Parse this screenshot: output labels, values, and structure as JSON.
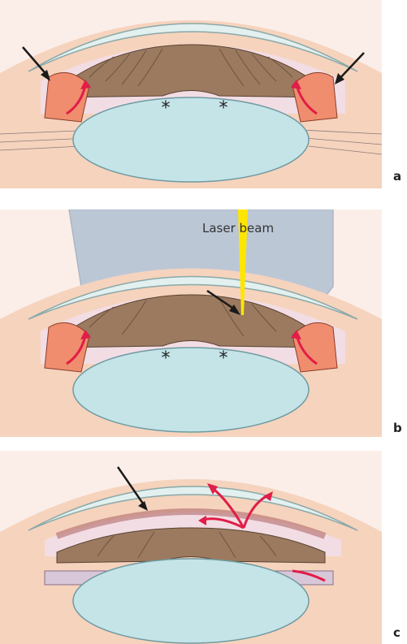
{
  "panels": [
    {
      "label": "a",
      "markers": [
        "*",
        "*"
      ]
    },
    {
      "label": "b",
      "markers": [
        "*",
        "*"
      ],
      "beam_label": "Laser beam"
    },
    {
      "label": "c"
    }
  ],
  "colors": {
    "skin": "#f6d3bd",
    "sclera": "#f3e6de",
    "cornea": "#e2f0ef",
    "chamber": "#f2dde4",
    "iris": "#9b7a5f",
    "iris_dark": "#6e5340",
    "lens": "#c4e4e8",
    "ciliary": "#ef8d6e",
    "zonules": "#d4c2c2",
    "arrow_red": "#e11d48",
    "arrow_black": "#1a1a1a",
    "laser": "#ffe600",
    "gonio_lens": "#8aa9c8"
  }
}
